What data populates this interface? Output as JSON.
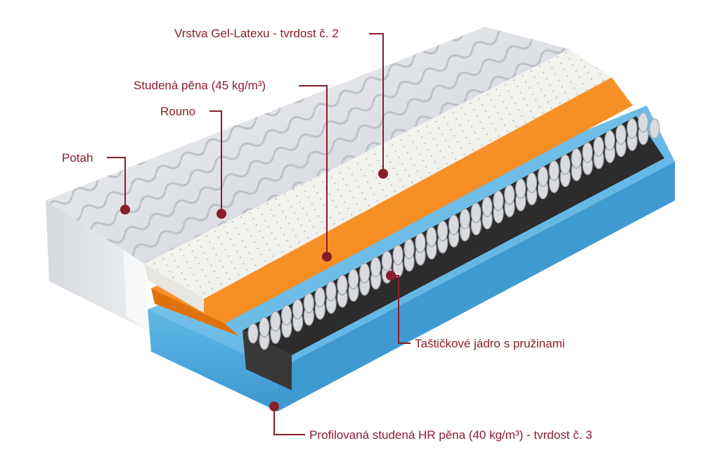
{
  "labels": {
    "gel_latex": "Vrstva Gel-Latexu - tvrdost č. 2",
    "cold_foam": "Studená pěna (45 kg/m³)",
    "rouno": "Rouno",
    "potah": "Potah",
    "pocket_core": "Taštičkové jádro s pružinami",
    "hr_foam": "Profilovaná studená HR pěna (40 kg/m³) - tvrdost č. 3"
  },
  "colors": {
    "accent": "#8a1d2c",
    "cover": "#e3e6ea",
    "latex": "#f1f1ee",
    "cold_foam": "#f28a1e",
    "hr_foam": "#5fb8e6",
    "core": "#2b2a2a"
  }
}
